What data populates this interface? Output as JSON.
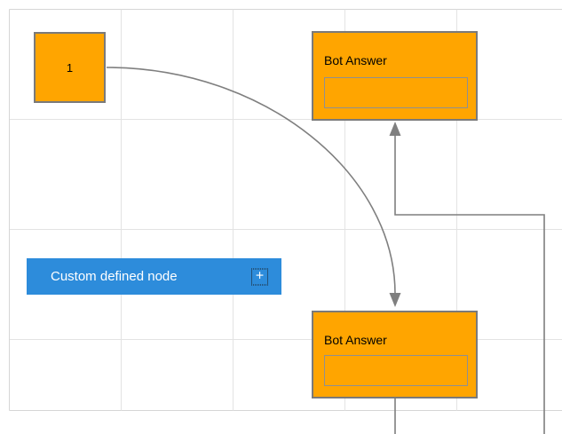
{
  "colors": {
    "canvas_bg": "#FFFFFF",
    "grid_line": "#E3E3E3",
    "grid_border": "#D6D6D6",
    "node_fill": "#FFA500",
    "node_stroke": "#7A7A7A",
    "inner_box_stroke": "#909090",
    "connector": "#7F7F7F",
    "custom_node_fill": "#2D8CDB",
    "custom_node_text": "#FFFFFF",
    "node_text": "#000000"
  },
  "nodes": {
    "source": {
      "label": "1"
    },
    "bot_answer_top": {
      "title": "Bot Answer"
    },
    "bot_answer_bottom": {
      "title": "Bot Answer"
    },
    "custom": {
      "label": "Custom defined node",
      "add_button": "+"
    }
  }
}
